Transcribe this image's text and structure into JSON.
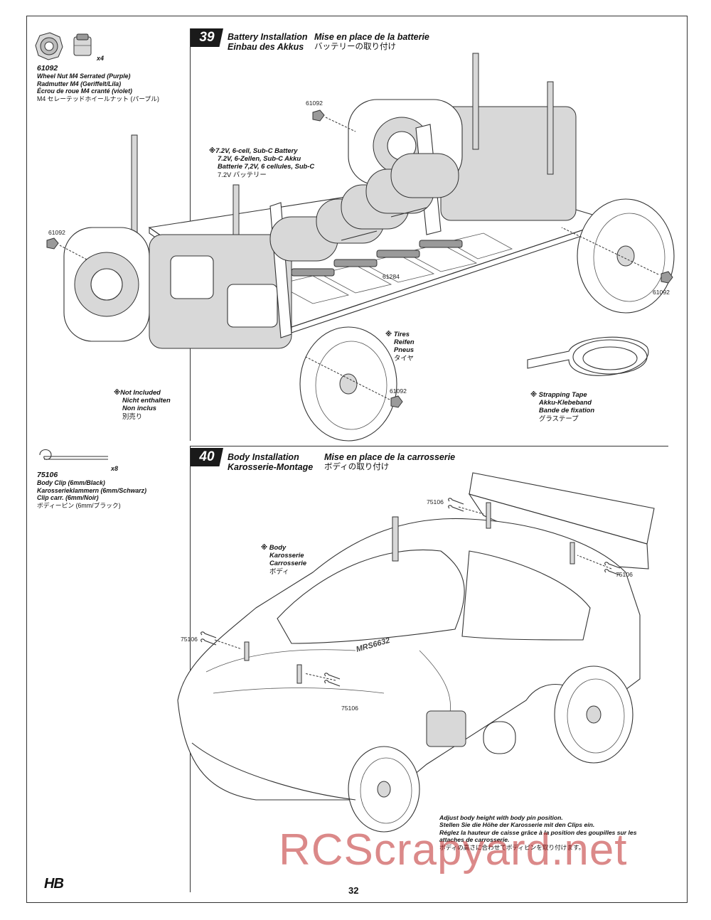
{
  "page": {
    "number": "32",
    "watermark": "RCScrapyard.net",
    "logo_text": "HB"
  },
  "parts": {
    "wheel_nut": {
      "number": "61092",
      "qty": "x4",
      "lines": [
        "Wheel Nut M4 Serrated (Purple)",
        "Radmutter M4 (Geriffelt/Lila)",
        "Écrou de roue M4 cranté (violet)"
      ],
      "line_jp": "M4 セレーテッドホイールナット (パープル)"
    },
    "body_clip": {
      "number": "75106",
      "qty": "x8",
      "lines": [
        "Body Clip (6mm/Black)",
        "Karosserieklammern (6mm/Schwarz)",
        "Clip carr. (6mm/Noir)"
      ],
      "line_jp": "ボディーピン (6mm/ブラック)"
    }
  },
  "step39": {
    "number": "39",
    "title_en": "Battery Installation",
    "title_de": "Einbau des Akkus",
    "title_fr": "Mise en place de la batterie",
    "title_jp": "バッテリーの取り付け",
    "battery_note": [
      "※7.2V, 6-cell, Sub-C Battery",
      "7.2V, 6-Zellen, Sub-C Akku",
      "Batterie 7,2V, 6 cellules, Sub-C"
    ],
    "battery_note_jp": "7.2V バッテリー",
    "tires_note": [
      "※ Tires",
      "Reifen",
      "Pneus"
    ],
    "tires_note_jp": "タイヤ",
    "not_included": [
      "※Not Included",
      "Nicht enthalten",
      "Non inclus"
    ],
    "not_included_jp": "別売り",
    "tape_note": [
      "※ Strapping Tape",
      "Akku-Klebeband",
      "Bande de fixation"
    ],
    "tape_note_jp": "グラステープ",
    "callouts": {
      "nut_top": "61092",
      "nut_left": "61092",
      "nut_right": "61092",
      "nut_front": "61092",
      "holder": "61284"
    }
  },
  "step40": {
    "number": "40",
    "title_en": "Body Installation",
    "title_de": "Karosserie-Montage",
    "title_fr": "Mise en place de la carrosserie",
    "title_jp": "ボディの取り付け",
    "body_note": [
      "※ Body",
      "Karosserie",
      "Carrosserie"
    ],
    "body_note_jp": "ボディ",
    "callouts": {
      "clip_wing": "75106",
      "clip_rear": "75106",
      "clip_front_left": "75106",
      "clip_front_right": "75106"
    },
    "hood_text": "MRS6632",
    "adjust_note": [
      "Adjust body height with body pin position.",
      "Stellen Sie die Höhe der Karosserie mit den Clips ein.",
      "Réglez la hauteur de caisse grâce à la position des goupilles sur les",
      "attaches de carrosserie."
    ],
    "adjust_note_jp": "ボディの高さに合わせてボディピンを取り付けます。"
  }
}
